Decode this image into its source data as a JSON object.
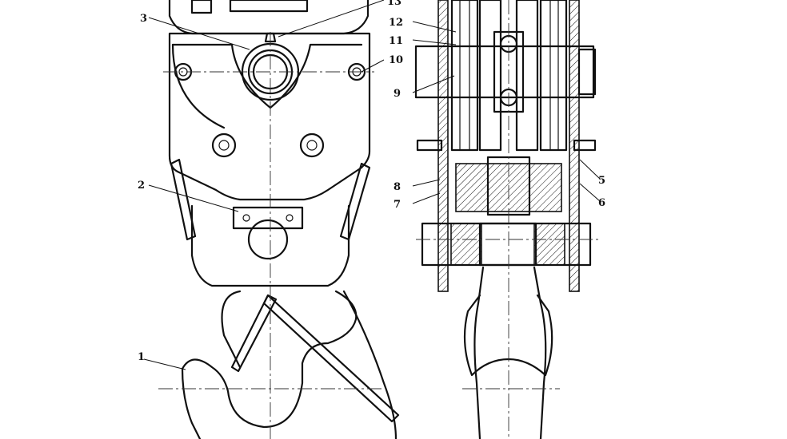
{
  "callouts": [
    {
      "id": "c1",
      "text": "1"
    },
    {
      "id": "c2",
      "text": "2"
    },
    {
      "id": "c3",
      "text": "3"
    },
    {
      "id": "c5",
      "text": "5"
    },
    {
      "id": "c6",
      "text": "6"
    },
    {
      "id": "c7",
      "text": "7"
    },
    {
      "id": "c8",
      "text": "8"
    },
    {
      "id": "c9",
      "text": "9"
    },
    {
      "id": "c10",
      "text": "10"
    },
    {
      "id": "c11",
      "text": "11"
    },
    {
      "id": "c12",
      "text": "12"
    },
    {
      "id": "c13",
      "text": "13"
    }
  ],
  "line_color": "#111111",
  "background": "#ffffff"
}
